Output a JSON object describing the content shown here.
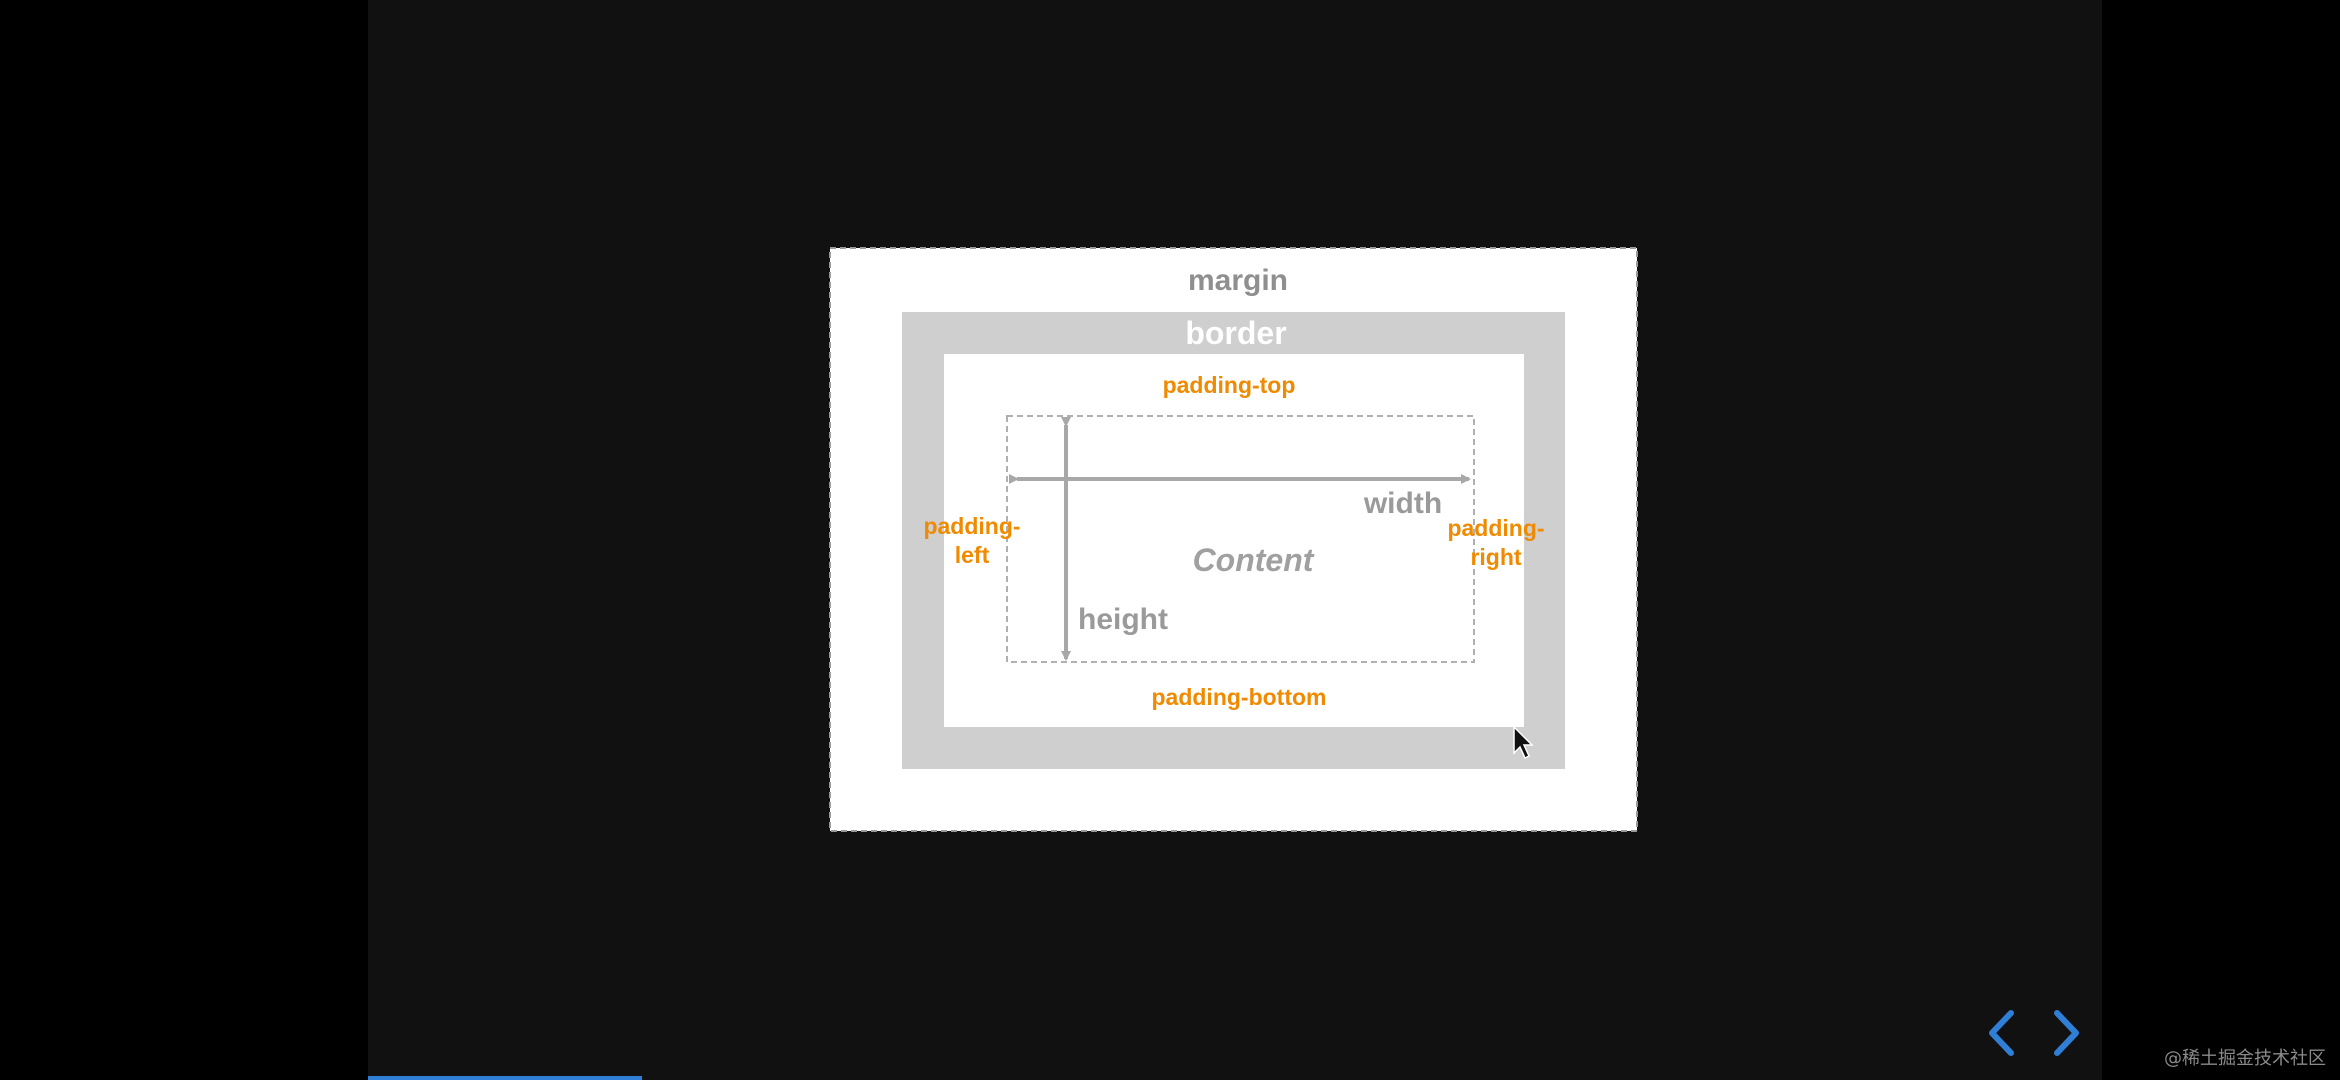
{
  "diagram": {
    "margin_label": "margin",
    "border_label": "border",
    "padding_top_label": "padding-top",
    "padding_left_line1": "padding-",
    "padding_left_line2": "left",
    "padding_right_line1": "padding-",
    "padding_right_line2": "right",
    "padding_bottom_label": "padding-bottom",
    "width_label": "width",
    "height_label": "height",
    "content_label": "Content"
  },
  "colors": {
    "background": "#000000",
    "slide_background": "#111111",
    "margin_fill": "#ffffff",
    "border_fill": "#cfcfcf",
    "padding_text": "#f08a00",
    "gray_text": "#9a9a9a",
    "accent": "#2f7fd6"
  },
  "navigation": {
    "prev_icon": "chevron-left-icon",
    "next_icon": "chevron-right-icon"
  },
  "progress": {
    "fraction": 0.158
  },
  "watermark": "@稀土掘金技术社区"
}
